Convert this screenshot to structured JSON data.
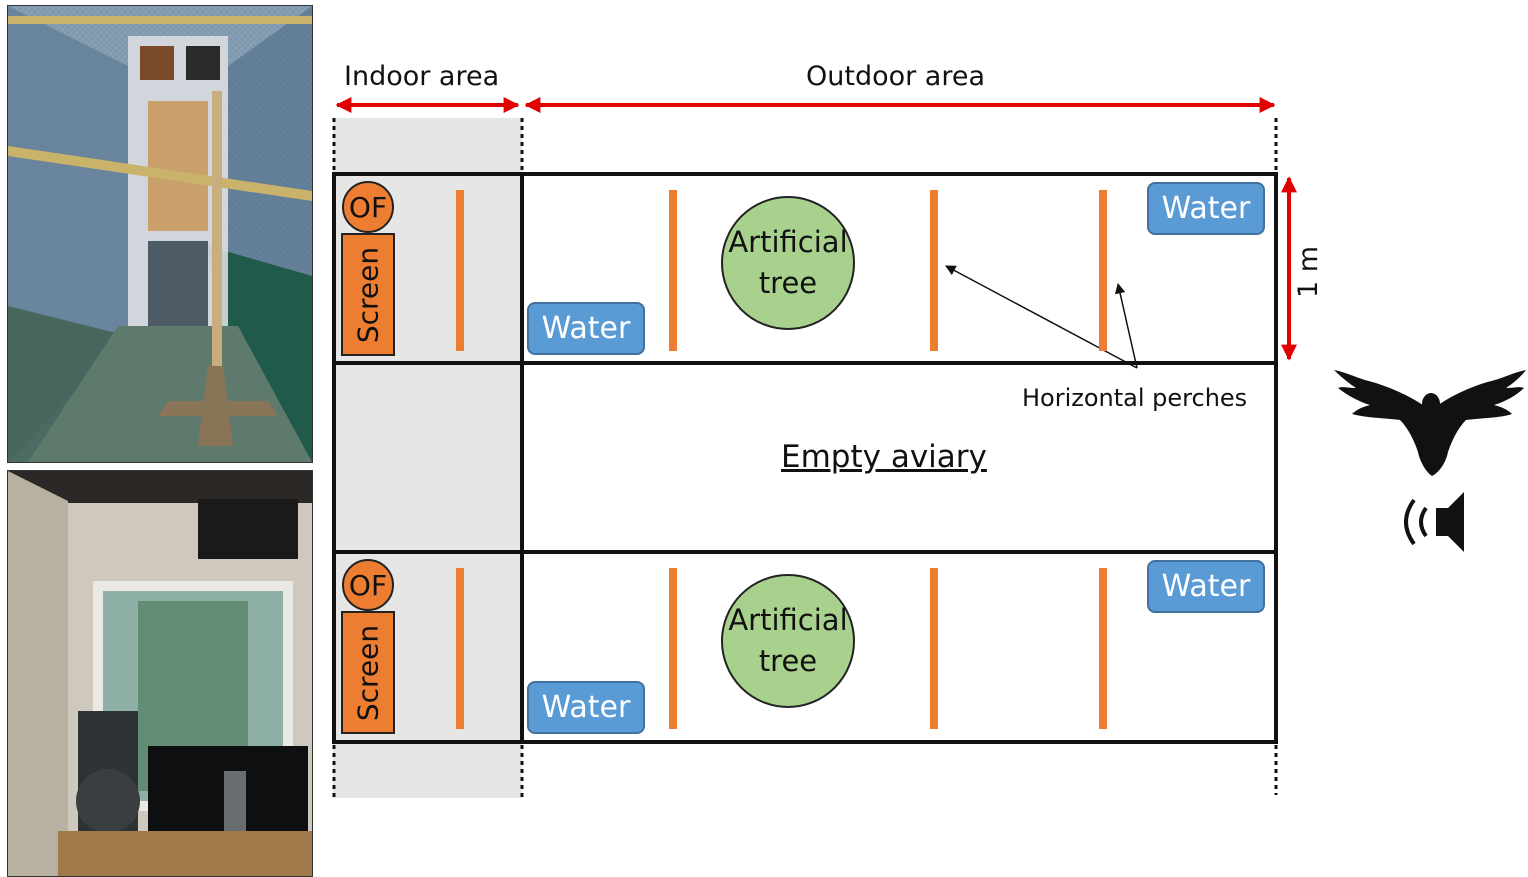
{
  "labels": {
    "indoor_area": "Indoor area",
    "outdoor_area": "Outdoor area",
    "scale": "1 m",
    "horizontal_perches": "Horizontal perches",
    "empty_aviary": "Empty aviary"
  },
  "aviary_top": {
    "of": "OF",
    "screen": "Screen",
    "water_left": "Water",
    "water_right": "Water",
    "tree_line1": "Artificial",
    "tree_line2": "tree"
  },
  "aviary_bottom": {
    "of": "OF",
    "screen": "Screen",
    "water_left": "Water",
    "water_right": "Water",
    "tree_line1": "Artificial",
    "tree_line2": "tree"
  },
  "photos": {
    "top": "aviary-outdoor-photo",
    "bottom": "aviary-indoor-photo"
  },
  "icons": {
    "raptor": "eagle-silhouette-icon",
    "speaker": "speaker-icon"
  },
  "colors": {
    "arrow_red": "#e00000",
    "perch_orange": "#ed7d31",
    "water_blue": "#5b9bd5",
    "tree_green": "#a9d18e",
    "indoor_gray": "#e6e6e6"
  }
}
